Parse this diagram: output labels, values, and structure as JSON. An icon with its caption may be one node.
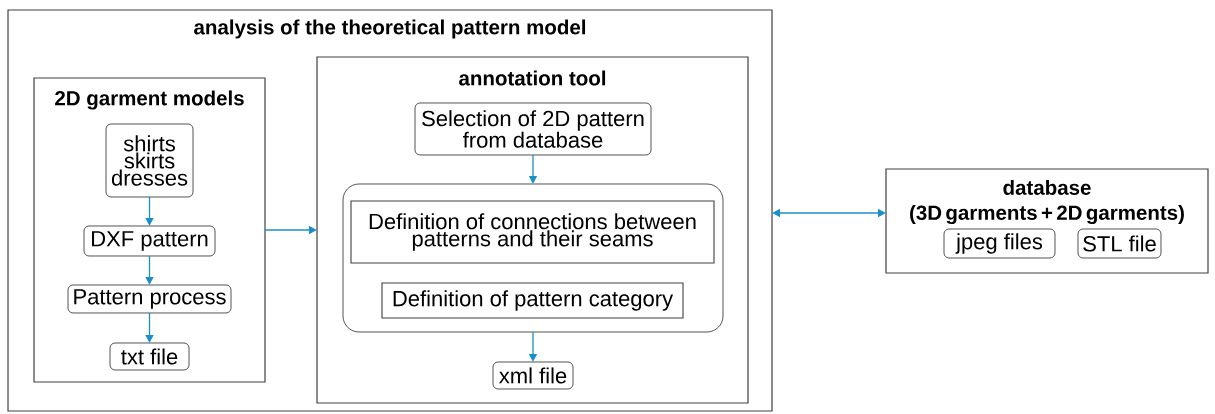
{
  "diagram": {
    "nodes": [
      {
        "text": [
          "analysis of the theoretical pattern model"
        ]
      },
      {
        "text": [
          "2D garment models"
        ],
        "in": 0
      },
      {
        "text": [
          "shirts skirts dresses"
        ],
        "in": 1
      },
      {
        "text": [
          "DXF pattern"
        ],
        "in": 1
      },
      {
        "text": [
          "Pattern process"
        ],
        "in": 1
      },
      {
        "text": [
          "txt file"
        ],
        "in": 1
      },
      {
        "text": [
          "annotation tool"
        ],
        "in": 0
      },
      {
        "text": [
          "Selection of 2D pattern from database"
        ],
        "in": 6
      },
      {
        "text": [],
        "shape": "box",
        "in": 6
      },
      {
        "text": [
          "Definition of connections between patterns and their seams"
        ],
        "in": 8
      },
      {
        "text": [
          "Definition of pattern category"
        ],
        "in": 8
      },
      {
        "text": [
          "xml file"
        ],
        "in": 6
      },
      {
        "text": [
          "database (3D garments + 2D garments)"
        ]
      },
      {
        "text": [
          "jpeg files"
        ],
        "in": 12
      },
      {
        "text": [
          "STL file"
        ],
        "in": 12
      }
    ],
    "edges": [
      {
        "from": 2,
        "to": 3,
        "arrow": "to"
      },
      {
        "from": 3,
        "to": 4,
        "arrow": "to"
      },
      {
        "from": 4,
        "to": 5,
        "arrow": "to"
      },
      {
        "from": 1,
        "to": 6,
        "arrow": "to"
      },
      {
        "from": 7,
        "to": 8,
        "arrow": "to"
      },
      {
        "from": 8,
        "to": 11,
        "arrow": "to"
      },
      {
        "from": 0,
        "to": 12,
        "arrow": "both"
      }
    ]
  }
}
